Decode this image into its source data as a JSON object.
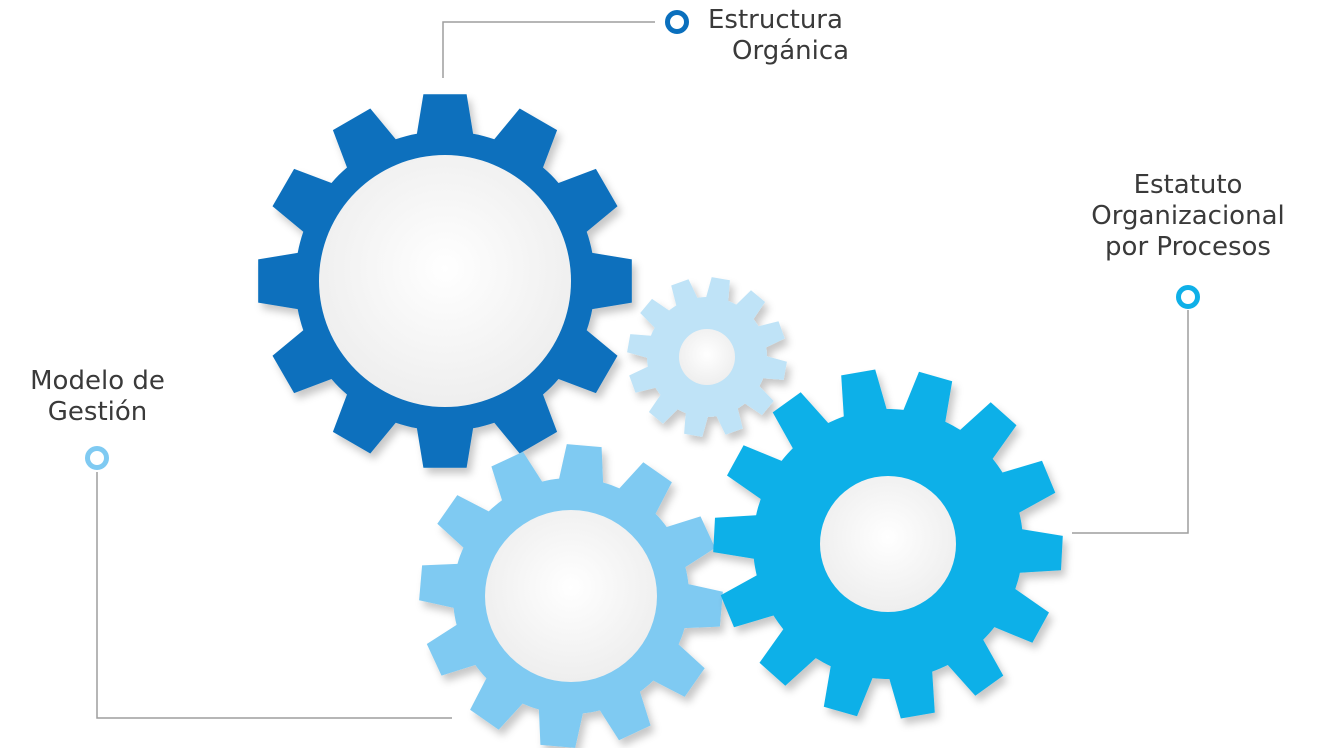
{
  "nodes": [
    {
      "id": "estructura",
      "lines": [
        "Estructura",
        "Orgánica"
      ],
      "marker_color": "#0a6fbd"
    },
    {
      "id": "estatuto",
      "lines": [
        "Estatuto",
        "Organizacional",
        "por Procesos"
      ],
      "marker_color": "#0fb0e8"
    },
    {
      "id": "modelo",
      "lines": [
        "Modelo de",
        "Gestión"
      ],
      "marker_color": "#7fcaf2"
    }
  ],
  "gears": [
    {
      "id": "gear-dark-blue",
      "color": "#0a6fbd",
      "teeth": 12
    },
    {
      "id": "gear-small-pale",
      "color": "#bfe3f7",
      "teeth": 12
    },
    {
      "id": "gear-light-blue",
      "color": "#7fcaf2",
      "teeth": 12
    },
    {
      "id": "gear-cyan",
      "color": "#0fb0e8",
      "teeth": 14
    }
  ],
  "colors": {
    "connector_line": "#9e9e9e",
    "gear_hole": "#f3f3f3",
    "text": "#3a3a3a"
  }
}
